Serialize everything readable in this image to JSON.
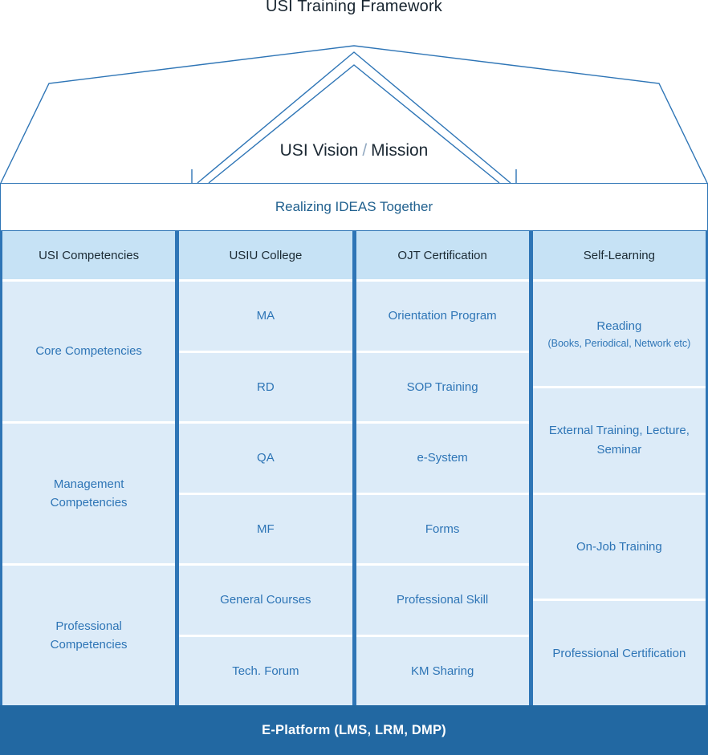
{
  "title": "USI Training Framework",
  "roof": {
    "vision": "USI Vision",
    "separator": "/",
    "mission": "Mission"
  },
  "banner": "Realizing IDEAS Together",
  "columns": [
    {
      "header": "USI Competencies",
      "cells": [
        {
          "text": "Core Competencies"
        },
        {
          "text": "Management Competencies"
        },
        {
          "text": "Professional Competencies"
        }
      ]
    },
    {
      "header": "USIU College",
      "cells": [
        {
          "text": "MA"
        },
        {
          "text": "RD"
        },
        {
          "text": "QA"
        },
        {
          "text": "MF"
        },
        {
          "text": "General Courses"
        },
        {
          "text": "Tech. Forum"
        }
      ]
    },
    {
      "header": "OJT Certification",
      "cells": [
        {
          "text": "Orientation Program"
        },
        {
          "text": "SOP Training"
        },
        {
          "text": "e-System"
        },
        {
          "text": "Forms"
        },
        {
          "text": "Professional Skill"
        },
        {
          "text": "KM Sharing"
        }
      ]
    },
    {
      "header": "Self-Learning",
      "cells": [
        {
          "text": "Reading",
          "subtext": "(Books, Periodical, Network etc)"
        },
        {
          "text": "External Training, Lecture, Seminar"
        },
        {
          "text": "On-Job Training"
        },
        {
          "text": "Professional Certification"
        }
      ]
    }
  ],
  "footer": "E-Platform (LMS, LRM, DMP)",
  "colors": {
    "line": "#2e75b6",
    "header_bg": "#c6e2f5",
    "cell_bg": "#dcebf8",
    "cell_text": "#2e75b6",
    "banner_text": "#21618f",
    "footer_bg": "#2268a2"
  }
}
